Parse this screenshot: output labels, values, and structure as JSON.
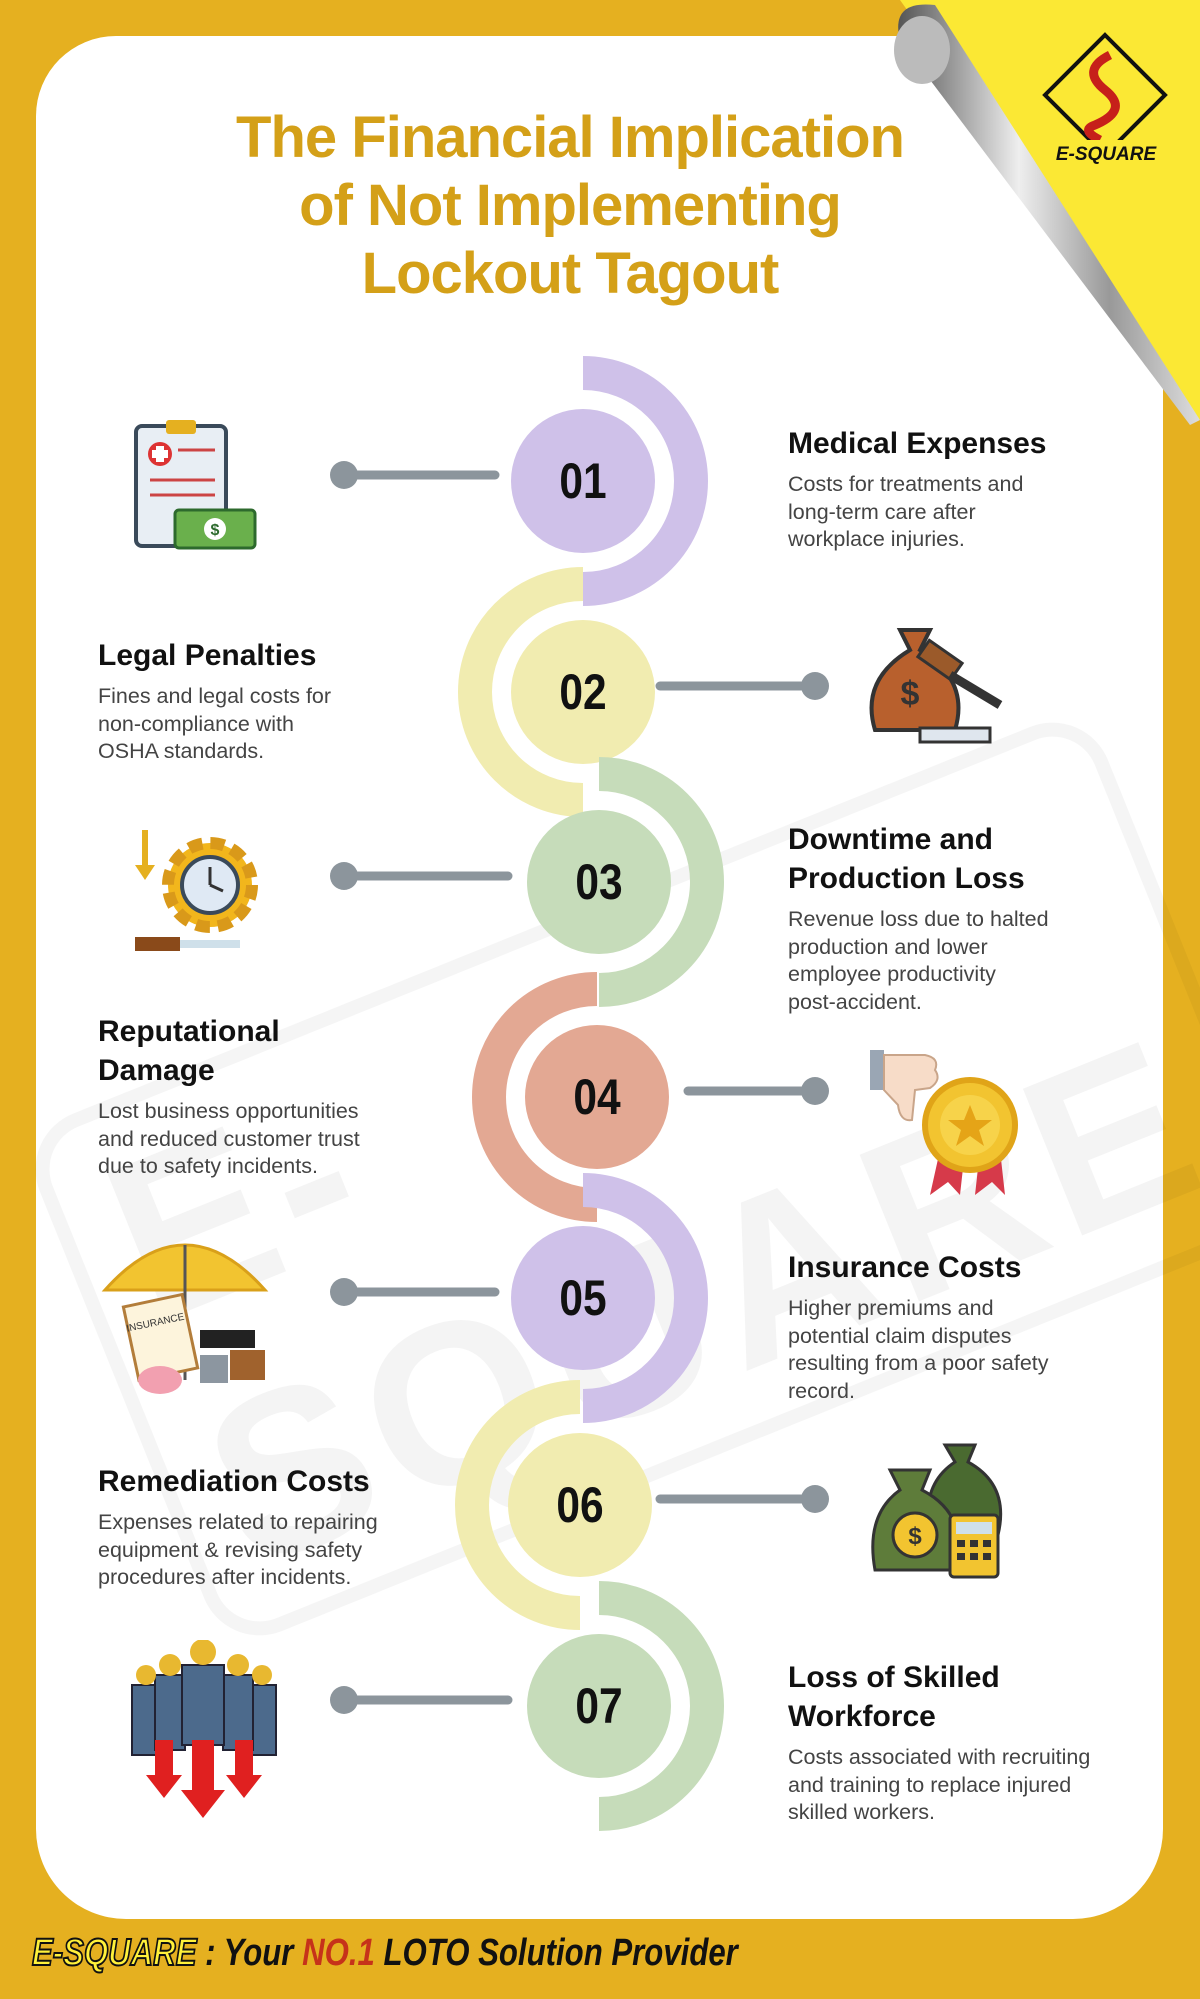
{
  "title_lines": [
    "The Financial Implication",
    "of Not Implementing",
    "Lockout Tagout"
  ],
  "logo_text": "E-SQUARE",
  "watermark": "E-SQUARE",
  "items": [
    {
      "number": "01",
      "heading": [
        "Medical Expenses"
      ],
      "body": [
        "Costs for treatments and",
        "long-term care after",
        "workplace injuries."
      ],
      "icon": "medical-bill-icon",
      "color": "#cfc1e9"
    },
    {
      "number": "02",
      "heading": [
        "Legal Penalties"
      ],
      "body": [
        "Fines and legal costs for",
        "non-compliance with",
        "OSHA standards."
      ],
      "icon": "money-bag-gavel-icon",
      "color": "#f1ecb0"
    },
    {
      "number": "03",
      "heading": [
        "Downtime and",
        "Production Loss"
      ],
      "body": [
        "Revenue loss due to halted",
        "production and lower",
        "employee productivity",
        "post-accident."
      ],
      "icon": "gear-clock-icon",
      "color": "#c6dcba"
    },
    {
      "number": "04",
      "heading": [
        "Reputational",
        "Damage"
      ],
      "body": [
        "Lost business opportunities",
        "and reduced customer trust",
        "due to safety incidents."
      ],
      "icon": "thumbs-down-badge-icon",
      "color": "#e3a893"
    },
    {
      "number": "05",
      "heading": [
        "Insurance Costs"
      ],
      "body": [
        "Higher premiums and",
        "potential claim disputes",
        "resulting from a poor safety",
        "record."
      ],
      "icon": "insurance-umbrella-icon",
      "color": "#cfc1e9"
    },
    {
      "number": "06",
      "heading": [
        "Remediation Costs"
      ],
      "body": [
        "Expenses related to repairing",
        "equipment & revising safety",
        "procedures after incidents."
      ],
      "icon": "money-bags-calculator-icon",
      "color": "#f1ecb0"
    },
    {
      "number": "07",
      "heading": [
        "Loss of Skilled",
        "Workforce"
      ],
      "body": [
        "Costs associated with recruiting",
        "and training to replace injured",
        "skilled workers."
      ],
      "icon": "workforce-decline-icon",
      "color": "#c6dcba"
    }
  ],
  "footer": {
    "brand": "E-SQUARE",
    "sep": " : Your ",
    "highlight": "NO.1",
    "rest": " LOTO Solution Provider"
  }
}
